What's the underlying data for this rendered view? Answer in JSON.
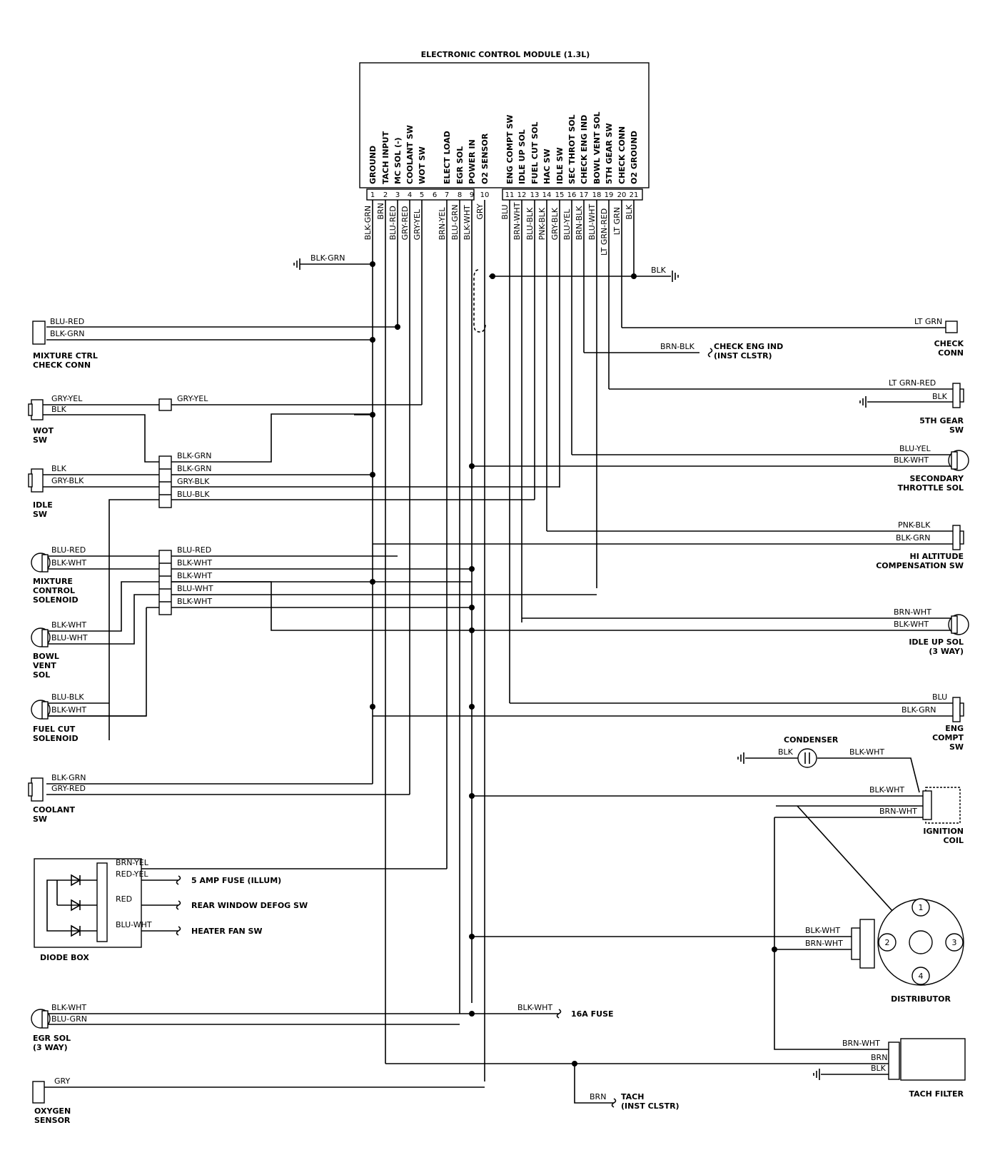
{
  "ecm": {
    "title": "ELECTRONIC CONTROL MODULE (1.3L)",
    "pins": [
      {
        "num": "1",
        "func": "GROUND",
        "wire": "BLK-GRN"
      },
      {
        "num": "2",
        "func": "TACH INPUT",
        "wire": "BRN"
      },
      {
        "num": "3",
        "func": "MC SOL (-)",
        "wire": "BLU-RED"
      },
      {
        "num": "4",
        "func": "COOLANT SW",
        "wire": "GRY-RED"
      },
      {
        "num": "5",
        "func": "WOT SW",
        "wire": "GRY-YEL"
      },
      {
        "num": "6",
        "func": "",
        "wire": ""
      },
      {
        "num": "7",
        "func": "ELECT LOAD",
        "wire": "BRN-YEL"
      },
      {
        "num": "8",
        "func": "EGR SOL",
        "wire": "BLU-GRN"
      },
      {
        "num": "9",
        "func": "POWER IN",
        "wire": "BLK-WHT"
      },
      {
        "num": "10",
        "func": "O2 SENSOR",
        "wire": "GRY"
      },
      {
        "num": "11",
        "func": "ENG COMPT SW",
        "wire": "BLU"
      },
      {
        "num": "12",
        "func": "IDLE UP SOL",
        "wire": "BRN-WHT"
      },
      {
        "num": "13",
        "func": "FUEL CUT SOL",
        "wire": "BLU-BLK"
      },
      {
        "num": "14",
        "func": "HAC SW",
        "wire": "PNK-BLK"
      },
      {
        "num": "15",
        "func": "IDLE SW",
        "wire": "GRY-BLK"
      },
      {
        "num": "16",
        "func": "SEC THROT SOL",
        "wire": "BLU-YEL"
      },
      {
        "num": "17",
        "func": "CHECK ENG IND",
        "wire": "BRN-BLK"
      },
      {
        "num": "18",
        "func": "BOWL VENT SOL",
        "wire": "BLU-WHT"
      },
      {
        "num": "19",
        "func": "5TH GEAR SW",
        "wire": "LT GRN-RED"
      },
      {
        "num": "20",
        "func": "CHECK CONN",
        "wire": "LT GRN"
      },
      {
        "num": "21",
        "func": "O2 GROUND",
        "wire": "BLK"
      }
    ]
  },
  "left": {
    "gnd_top": "BLK-GRN",
    "mix_check": {
      "w1": "BLU-RED",
      "w2": "BLK-GRN",
      "label1": "MIXTURE CTRL",
      "label2": "CHECK CONN"
    },
    "wot": {
      "w1": "GRY-YEL",
      "w2": "BLK",
      "mid": "GRY-YEL",
      "label1": "WOT",
      "label2": "SW"
    },
    "idle": {
      "w1": "BLK",
      "w2": "GRY-BLK",
      "label1": "IDLE",
      "label2": "SW"
    },
    "junction1": [
      "BLK-GRN",
      "BLK-GRN",
      "GRY-BLK",
      "BLU-BLK"
    ],
    "mixsol": {
      "w1": "BLU-RED",
      "w2": "BLK-WHT",
      "label1": "MIXTURE",
      "label2": "CONTROL",
      "label3": "SOLENOID"
    },
    "junction2": [
      "BLU-RED",
      "BLK-WHT",
      "BLK-WHT",
      "BLU-WHT",
      "BLK-WHT"
    ],
    "bowl": {
      "w1": "BLK-WHT",
      "w2": "BLU-WHT",
      "label1": "BOWL",
      "label2": "VENT",
      "label3": "SOL"
    },
    "fuelcut": {
      "w1": "BLU-BLK",
      "w2": "BLK-WHT",
      "label1": "FUEL CUT",
      "label2": "SOLENOID"
    },
    "coolant": {
      "w1": "BLK-GRN",
      "w2": "GRY-RED",
      "label1": "COOLANT",
      "label2": "SW"
    },
    "diode": {
      "w1": "BRN-YEL",
      "w2": "RED-YEL",
      "w3": "RED",
      "w4": "BLU-WHT",
      "t1": "5 AMP FUSE (ILLUM)",
      "t2": "REAR WINDOW DEFOG SW",
      "t3": "HEATER FAN SW",
      "label": "DIODE BOX"
    },
    "egr": {
      "w1": "BLK-WHT",
      "w2": "BLU-GRN",
      "label1": "EGR SOL",
      "label2": "(3 WAY)"
    },
    "fuse16": {
      "wire": "BLK-WHT",
      "text": "16A FUSE"
    },
    "o2": {
      "wire": "GRY",
      "label1": "OXYGEN",
      "label2": "SENSOR"
    },
    "tach": {
      "wire": "BRN",
      "text1": "TACH",
      "text2": "(INST CLSTR)"
    }
  },
  "right": {
    "gnd": "BLK",
    "check": {
      "wire": "LT GRN",
      "label1": "CHECK",
      "label2": "CONN"
    },
    "chk_eng": {
      "wire": "BRN-BLK",
      "text1": "CHECK ENG IND",
      "text2": "(INST CLSTR)"
    },
    "gear5": {
      "w1": "LT GRN-RED",
      "w2": "BLK",
      "label1": "5TH GEAR",
      "label2": "SW"
    },
    "sec": {
      "w1": "BLU-YEL",
      "w2": "BLK-WHT",
      "label1": "SECONDARY",
      "label2": "THROTTLE SOL"
    },
    "hialt": {
      "w1": "PNK-BLK",
      "w2": "BLK-GRN",
      "label1": "HI ALTITUDE",
      "label2": "COMPENSATION SW"
    },
    "idleup": {
      "w1": "BRN-WHT",
      "w2": "BLK-WHT",
      "label1": "IDLE UP SOL",
      "label2": "(3 WAY)"
    },
    "engc": {
      "w1": "BLU",
      "w2": "BLK-GRN",
      "label1": "ENG",
      "label2": "COMPT",
      "label3": "SW"
    },
    "cond": {
      "label": "CONDENSER",
      "w1": "BLK",
      "w2": "BLK-WHT"
    },
    "coil": {
      "w1": "BLK-WHT",
      "w2": "BRN-WHT",
      "label1": "IGNITION",
      "label2": "COIL"
    },
    "dist": {
      "w1": "BLK-WHT",
      "w2": "BRN-WHT",
      "label": "DISTRIBUTOR",
      "n1": "1",
      "n2": "2",
      "n3": "3",
      "n4": "4"
    },
    "tachf": {
      "w1": "BRN-WHT",
      "w2": "BRN",
      "w3": "BLK",
      "label": "TACH FILTER"
    }
  }
}
